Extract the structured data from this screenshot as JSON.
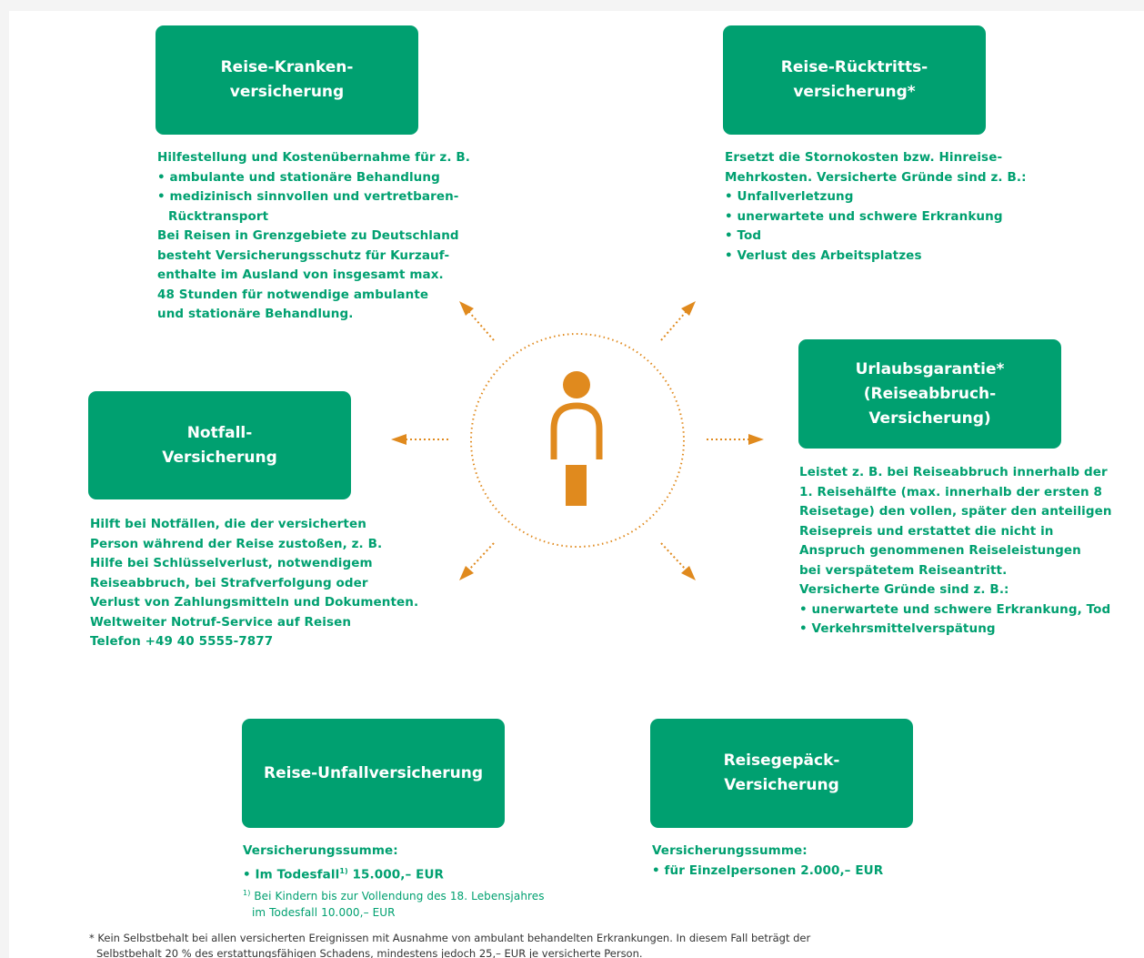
{
  "boxes": {
    "kranken": {
      "line1": "Reise-Kranken-",
      "line2": "versicherung"
    },
    "ruecktritt": {
      "line1": "Reise-Rücktritts-",
      "line2": "versicherung*"
    },
    "urlaub": {
      "line1": "Urlaubsgarantie*",
      "line2": "(Reiseabbruch-",
      "line3": "Versicherung)"
    },
    "notfall": {
      "line1": "Notfall-",
      "line2": "Versicherung"
    },
    "unfall": {
      "line1": "Reise-Unfallversicherung"
    },
    "gepaeck": {
      "line1": "Reisegepäck-",
      "line2": "Versicherung"
    }
  },
  "texts": {
    "kranken": [
      "Hilfestellung und Kostenübernahme für z. B.",
      "• ambulante und stationäre Behandlung",
      "• medizinisch sinnvollen und vertretbaren-",
      "Rücktransport",
      "Bei Reisen in Grenzgebiete zu Deutschland",
      "besteht Versicherungsschutz für Kurzauf-",
      "enthalte im Ausland von insgesamt max.",
      "48 Stunden für notwendige ambulante",
      "und stationäre Behandlung."
    ],
    "ruecktritt": [
      "Ersetzt die Stornokosten bzw. Hinreise-",
      "Mehrkosten. Versicherte Gründe sind z. B.:",
      "• Unfallverletzung",
      "• unerwartete und schwere Erkrankung",
      "• Tod",
      "• Verlust des Arbeitsplatzes"
    ],
    "urlaub": [
      "Leistet z. B. bei Reiseabbruch innerhalb der",
      "1. Reisehälfte (max. innerhalb der ersten 8",
      "Reisetage) den vollen, später den anteiligen",
      "Reisepreis und erstattet die nicht in",
      "Anspruch genommenen Reiseleistungen",
      "bei verspätetem Reiseantritt.",
      "Versicherte Gründe sind z. B.:",
      "• unerwartete und schwere Erkrankung, Tod",
      "• Verkehrsmittelverspätung"
    ],
    "notfall": [
      "Hilft bei Notfällen, die der versicherten",
      "Person während der Reise zustoßen, z. B.",
      "Hilfe bei Schlüsselverlust, notwendigem",
      "Reiseabbruch, bei Strafverfolgung oder",
      "Verlust von Zahlungsmitteln und Dokumenten.",
      "Weltweiter Notruf-Service auf Reisen",
      "Telefon +49 40 5555-7877"
    ],
    "unfall": {
      "heading": "Versicherungssumme:",
      "item_pre": "• Im Todesfall",
      "item_sup": "1)",
      "item_post": " 15.000,– EUR",
      "note_sup": "1)",
      "note_line1": " Bei Kindern bis zur Vollendung des 18. Lebensjahres",
      "note_line2": "im Todesfall 10.000,– EUR"
    },
    "gepaeck": {
      "heading": "Versicherungssumme:",
      "item": "• für Einzelpersonen 2.000,– EUR"
    }
  },
  "footnote": {
    "line1": "* Kein Selbstbehalt bei allen versicherten Ereignissen mit Ausnahme von ambulant behandelten Erkrankungen. In diesem Fall beträgt der",
    "line2": "Selbstbehalt 20 % des erstattungsfähigen Schadens, mindestens jedoch 25,– EUR je versicherte Person."
  },
  "colors": {
    "green": "#00a070",
    "orange": "#e08a1e",
    "white": "#ffffff"
  },
  "icons": {
    "center": "person-icon"
  }
}
